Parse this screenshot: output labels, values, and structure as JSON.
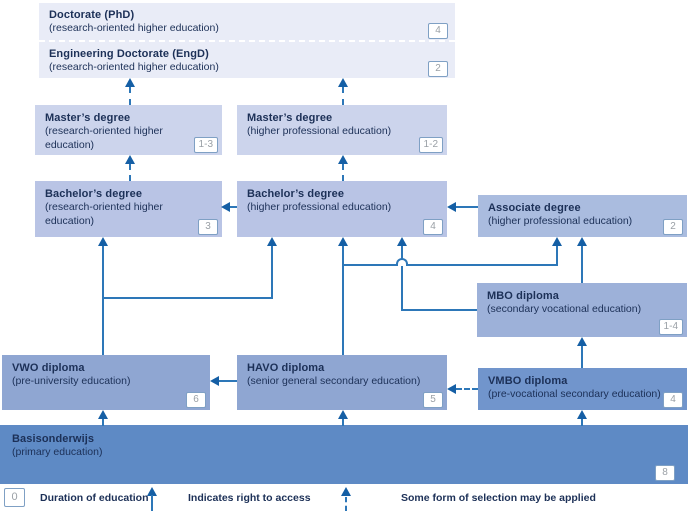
{
  "boxes": {
    "doctorate": {
      "sections": [
        {
          "title": "Doctorate (PhD)",
          "subtitle": "(research-oriented higher education)",
          "badge": "4"
        },
        {
          "title": "Engineering Doctorate (EngD)",
          "subtitle": "(research-oriented higher education)",
          "badge": "2"
        }
      ]
    },
    "master_ro": {
      "title": "Master’s degree",
      "subtitle": "(research-oriented higher education)",
      "badge": "1-3"
    },
    "master_he": {
      "title": "Master’s degree",
      "subtitle": "(higher professional education)",
      "badge": "1-2"
    },
    "bachelor_ro": {
      "title": "Bachelor’s degree",
      "subtitle": "(research-oriented higher education)",
      "badge": "3"
    },
    "bachelor_he": {
      "title": "Bachelor’s degree",
      "subtitle": "(higher professional education)",
      "badge": "4"
    },
    "associate": {
      "title": "Associate degree",
      "subtitle": "(higher professional education)",
      "badge": "2"
    },
    "mbo": {
      "title": "MBO diploma",
      "subtitle": "(secondary vocational education)",
      "badge": "1-4"
    },
    "vwo": {
      "title": "VWO diploma",
      "subtitle": "(pre-university education)",
      "badge": "6"
    },
    "havo": {
      "title": "HAVO diploma",
      "subtitle": "(senior general secondary education)",
      "badge": "5"
    },
    "vmbo": {
      "title": "VMBO diploma",
      "subtitle": "(pre-vocational secondary education)",
      "badge": "4"
    },
    "basis": {
      "title": "Basisonderwijs",
      "subtitle": "(primary education)",
      "badge": "8"
    }
  },
  "legend": {
    "duration_badge": "0",
    "duration_label": "Duration of education",
    "access_label": "Indicates right to access",
    "selection_label": "Some form of selection may be applied"
  },
  "colors": {
    "doctorate": "#e9ecf7",
    "master": "#ccd4ec",
    "bachelor": "#b9c4e5",
    "associate": "#aabcdf",
    "mbo": "#9db1d9",
    "vwo_havo": "#8fa6d2",
    "vmbo": "#7195cc",
    "basis": "#5e8ac5",
    "line": "#2d77b8",
    "arrow": "#155fa5",
    "badge_border": "#7fa0c4",
    "badge_text": "#9aa0a6",
    "text": "#1c3057"
  }
}
